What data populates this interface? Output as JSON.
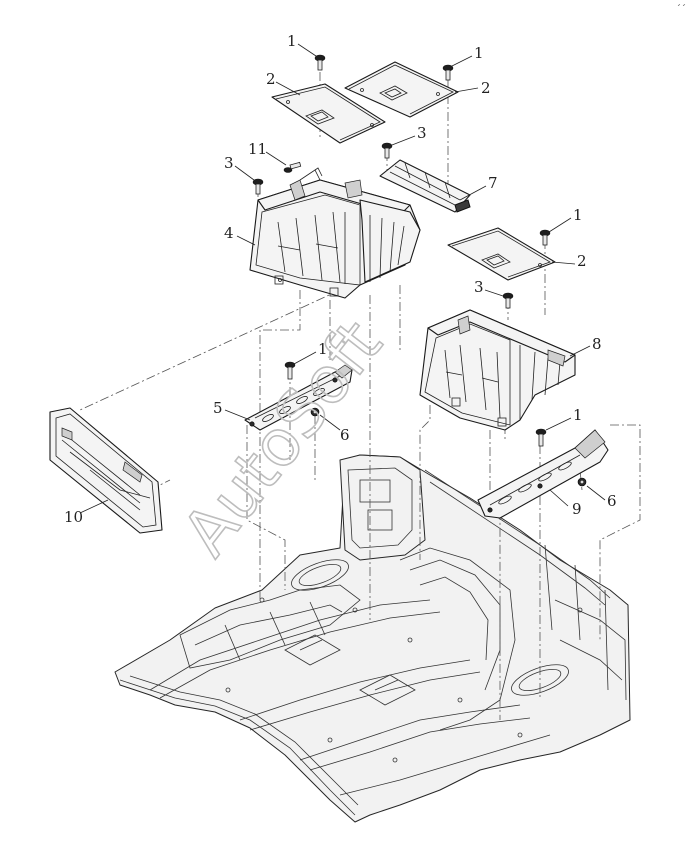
{
  "diagram": {
    "corner_mark": "´´",
    "watermark": "AutoSoft",
    "callouts": [
      {
        "id": "c1a",
        "label": "1"
      },
      {
        "id": "c1b",
        "label": "1"
      },
      {
        "id": "c2a",
        "label": "2"
      },
      {
        "id": "c2b",
        "label": "2"
      },
      {
        "id": "c11",
        "label": "11"
      },
      {
        "id": "c3a",
        "label": "3"
      },
      {
        "id": "c3b",
        "label": "3"
      },
      {
        "id": "c7",
        "label": "7"
      },
      {
        "id": "c4",
        "label": "4"
      },
      {
        "id": "c1c",
        "label": "1"
      },
      {
        "id": "c2c",
        "label": "2"
      },
      {
        "id": "c3c",
        "label": "3"
      },
      {
        "id": "c8",
        "label": "8"
      },
      {
        "id": "c1d",
        "label": "1"
      },
      {
        "id": "c5",
        "label": "5"
      },
      {
        "id": "c6a",
        "label": "6"
      },
      {
        "id": "c1e",
        "label": "1"
      },
      {
        "id": "c10",
        "label": "10"
      },
      {
        "id": "c9",
        "label": "9"
      },
      {
        "id": "c6b",
        "label": "6"
      }
    ]
  }
}
